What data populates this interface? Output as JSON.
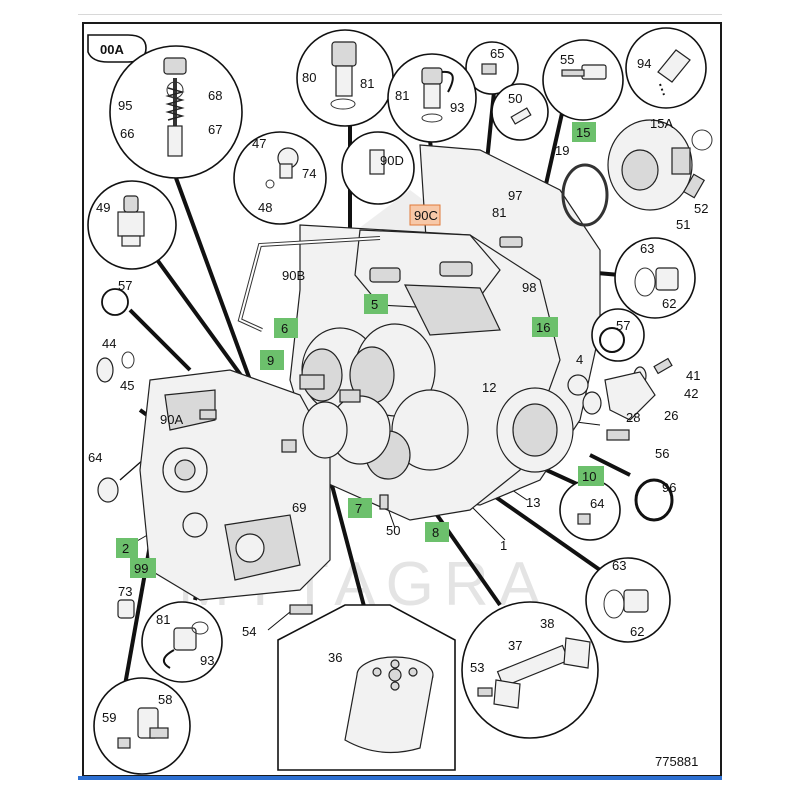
{
  "diagram": {
    "header_label": "00A",
    "watermark": "MYTAGRA",
    "figure_number": "775881",
    "labels": {
      "l95": "95",
      "l68": "68",
      "l67": "67",
      "l66": "66",
      "l80": "80",
      "l81a": "81",
      "l65": "65",
      "l81b": "81",
      "l93a": "93",
      "l50a": "50",
      "l55": "55",
      "l94": "94",
      "l15A": "15A",
      "l19": "19",
      "l47": "47",
      "l74": "74",
      "l48": "48",
      "l90D": "90D",
      "l49": "49",
      "l90C": "90C",
      "l81c": "81",
      "l97": "97",
      "l52": "52",
      "l51": "51",
      "l90B": "90B",
      "l63a": "63",
      "l62a": "62",
      "l57a": "57",
      "l98": "98",
      "l57b": "57",
      "l44": "44",
      "l45": "45",
      "l4": "4",
      "l41": "41",
      "l42": "42",
      "l12": "12",
      "l90A": "90A",
      "l28": "28",
      "l26": "26",
      "l56": "56",
      "l64a": "64",
      "l69": "69",
      "l96": "96",
      "l13": "13",
      "l64b": "64",
      "l50b": "50",
      "l1": "1",
      "l63b": "63",
      "l62b": "62",
      "l73": "73",
      "l54": "54",
      "l38": "38",
      "l37": "37",
      "l53": "53",
      "l81d": "81",
      "l93b": "93",
      "l36": "36",
      "l59": "59",
      "l58": "58"
    },
    "highlight_labels": {
      "h15": "15",
      "h5": "5",
      "h6": "6",
      "h9": "9",
      "h16": "16",
      "h10": "10",
      "h7": "7",
      "h8": "8",
      "h2": "2",
      "h99": "99"
    },
    "colors": {
      "highlight_green": "#6cc06c",
      "highlight_orange": "#f7c8a8",
      "bottom_bar": "#2c6fd1"
    }
  }
}
